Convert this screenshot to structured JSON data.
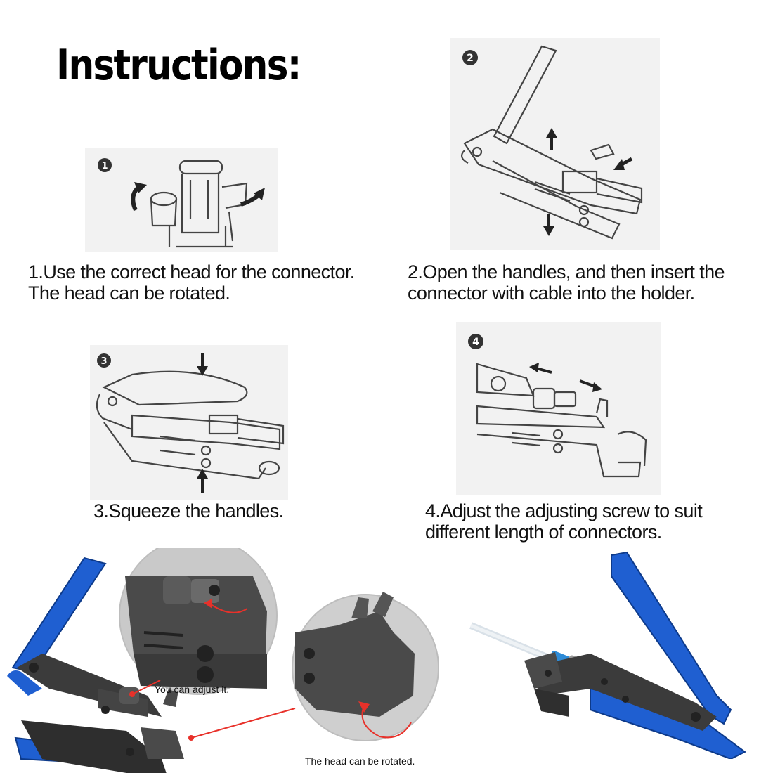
{
  "title": "Instructions:",
  "steps": [
    {
      "number": "1",
      "caption_line1": "1.Use the correct head for the connector.",
      "caption_line2": "The head can be rotated."
    },
    {
      "number": "2",
      "caption_line1": "2.Open the handles, and then insert the",
      "caption_line2": "connector with cable into the holder."
    },
    {
      "number": "3",
      "caption_line1": "3.Squeeze the handles.",
      "caption_line2": ""
    },
    {
      "number": "4",
      "caption_line1": "4.Adjust the adjusting screw to suit",
      "caption_line2": "different length of connectors."
    }
  ],
  "callouts": {
    "adjust": "You can adjust it.",
    "rotate": "The head can be rotated."
  },
  "colors": {
    "tool_blue": "#1f5fd1",
    "tool_metal": "#3b3b3b",
    "callout_red": "#e8312a",
    "sketch_bg": "#f2f2f2"
  },
  "icons": [
    "rotate-arrow-icon",
    "up-arrow-icon",
    "down-arrow-icon",
    "left-arrow-icon",
    "right-arrow-icon"
  ]
}
